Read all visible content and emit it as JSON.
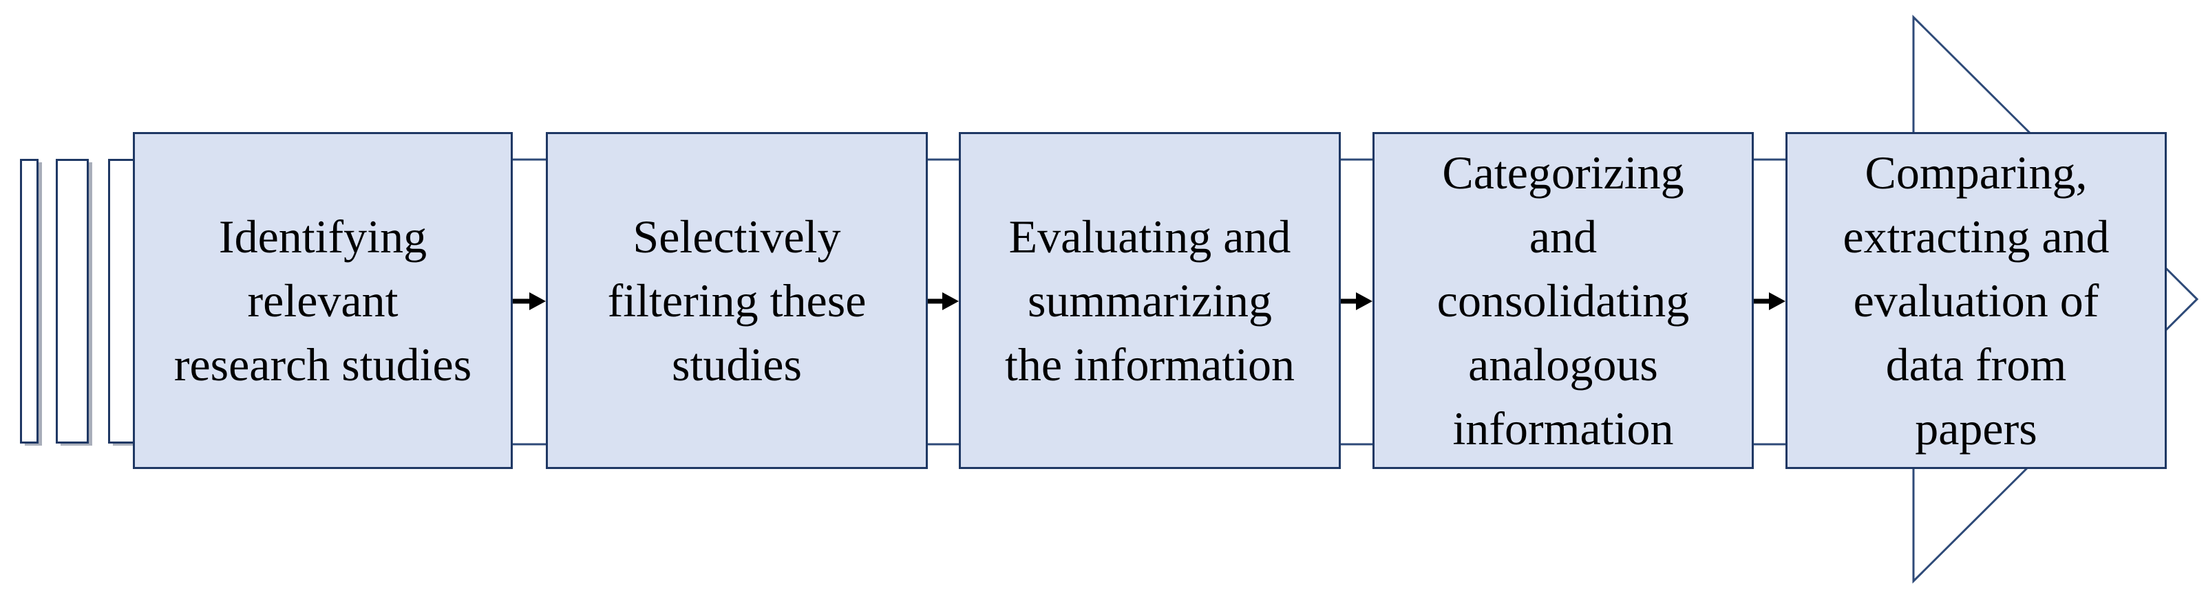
{
  "diagram": {
    "steps": [
      {
        "label": "Identifying\nrelevant\nresearch studies"
      },
      {
        "label": "Selectively\nfiltering these\nstudies"
      },
      {
        "label": "Evaluating and\nsummarizing\nthe information"
      },
      {
        "label": "Categorizing\nand\nconsolidating\nanalogous\ninformation"
      },
      {
        "label": "Comparing,\nextracting and\nevaluation of\ndata from\npapers"
      }
    ],
    "decorations": {
      "left_stack_bars_count": 3,
      "block_arrow_icon": "right-block-arrow-outline",
      "connector_icon": "black-right-arrow",
      "connector_count": 4
    },
    "colors": {
      "background": "#ffffff",
      "step_fill": "#d9e1f2",
      "step_border": "#1f3864",
      "text": "#000000",
      "block_arrow_outline": "#2e4a78",
      "block_arrow_fill": "#ffffff",
      "connector_arrow": "#000000",
      "bar_fill": "#ffffff",
      "bar_border": "#1f3864",
      "bar_shadow": "#a9aeba"
    }
  }
}
